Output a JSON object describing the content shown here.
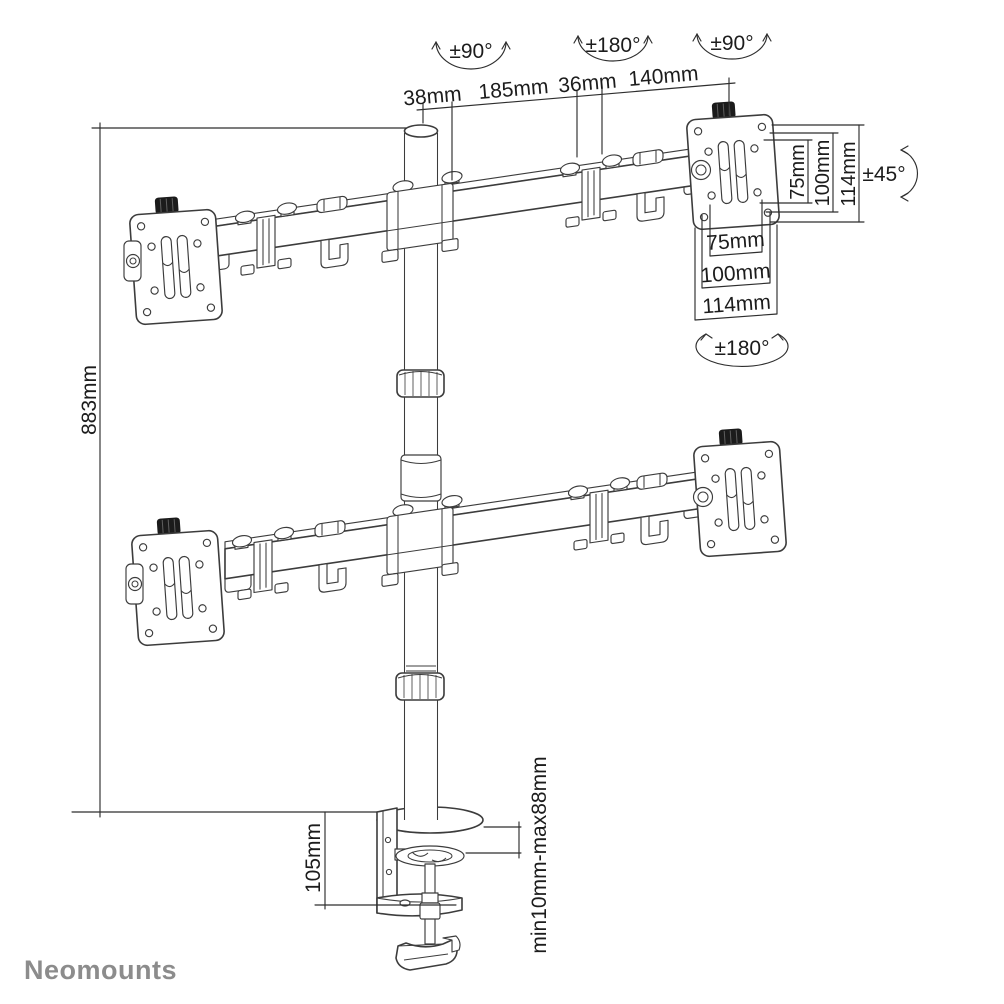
{
  "product": "quad monitor desk mount technical drawing",
  "brand": "Neomounts",
  "colors": {
    "line": "#3c3c3c",
    "text": "#1c1c1c",
    "brand": "#8c8c8c",
    "knob": "#1b1b1b"
  },
  "dims": {
    "top_offsets": [
      "38mm",
      "185mm",
      "36mm",
      "140mm"
    ],
    "vesa_vertical": [
      "75mm",
      "100mm",
      "114mm"
    ],
    "vesa_horizontal": [
      "75mm",
      "100mm",
      "114mm"
    ],
    "pole_height": "883mm",
    "clamp_height": "105mm",
    "desk_thickness": "min10mm-max88mm"
  },
  "rotations": {
    "pole_swivel": "±90°",
    "arm_swivel": "±180°",
    "head_swivel": "±90°",
    "tilt": "±45°",
    "vesa_rotate": "±180°"
  }
}
